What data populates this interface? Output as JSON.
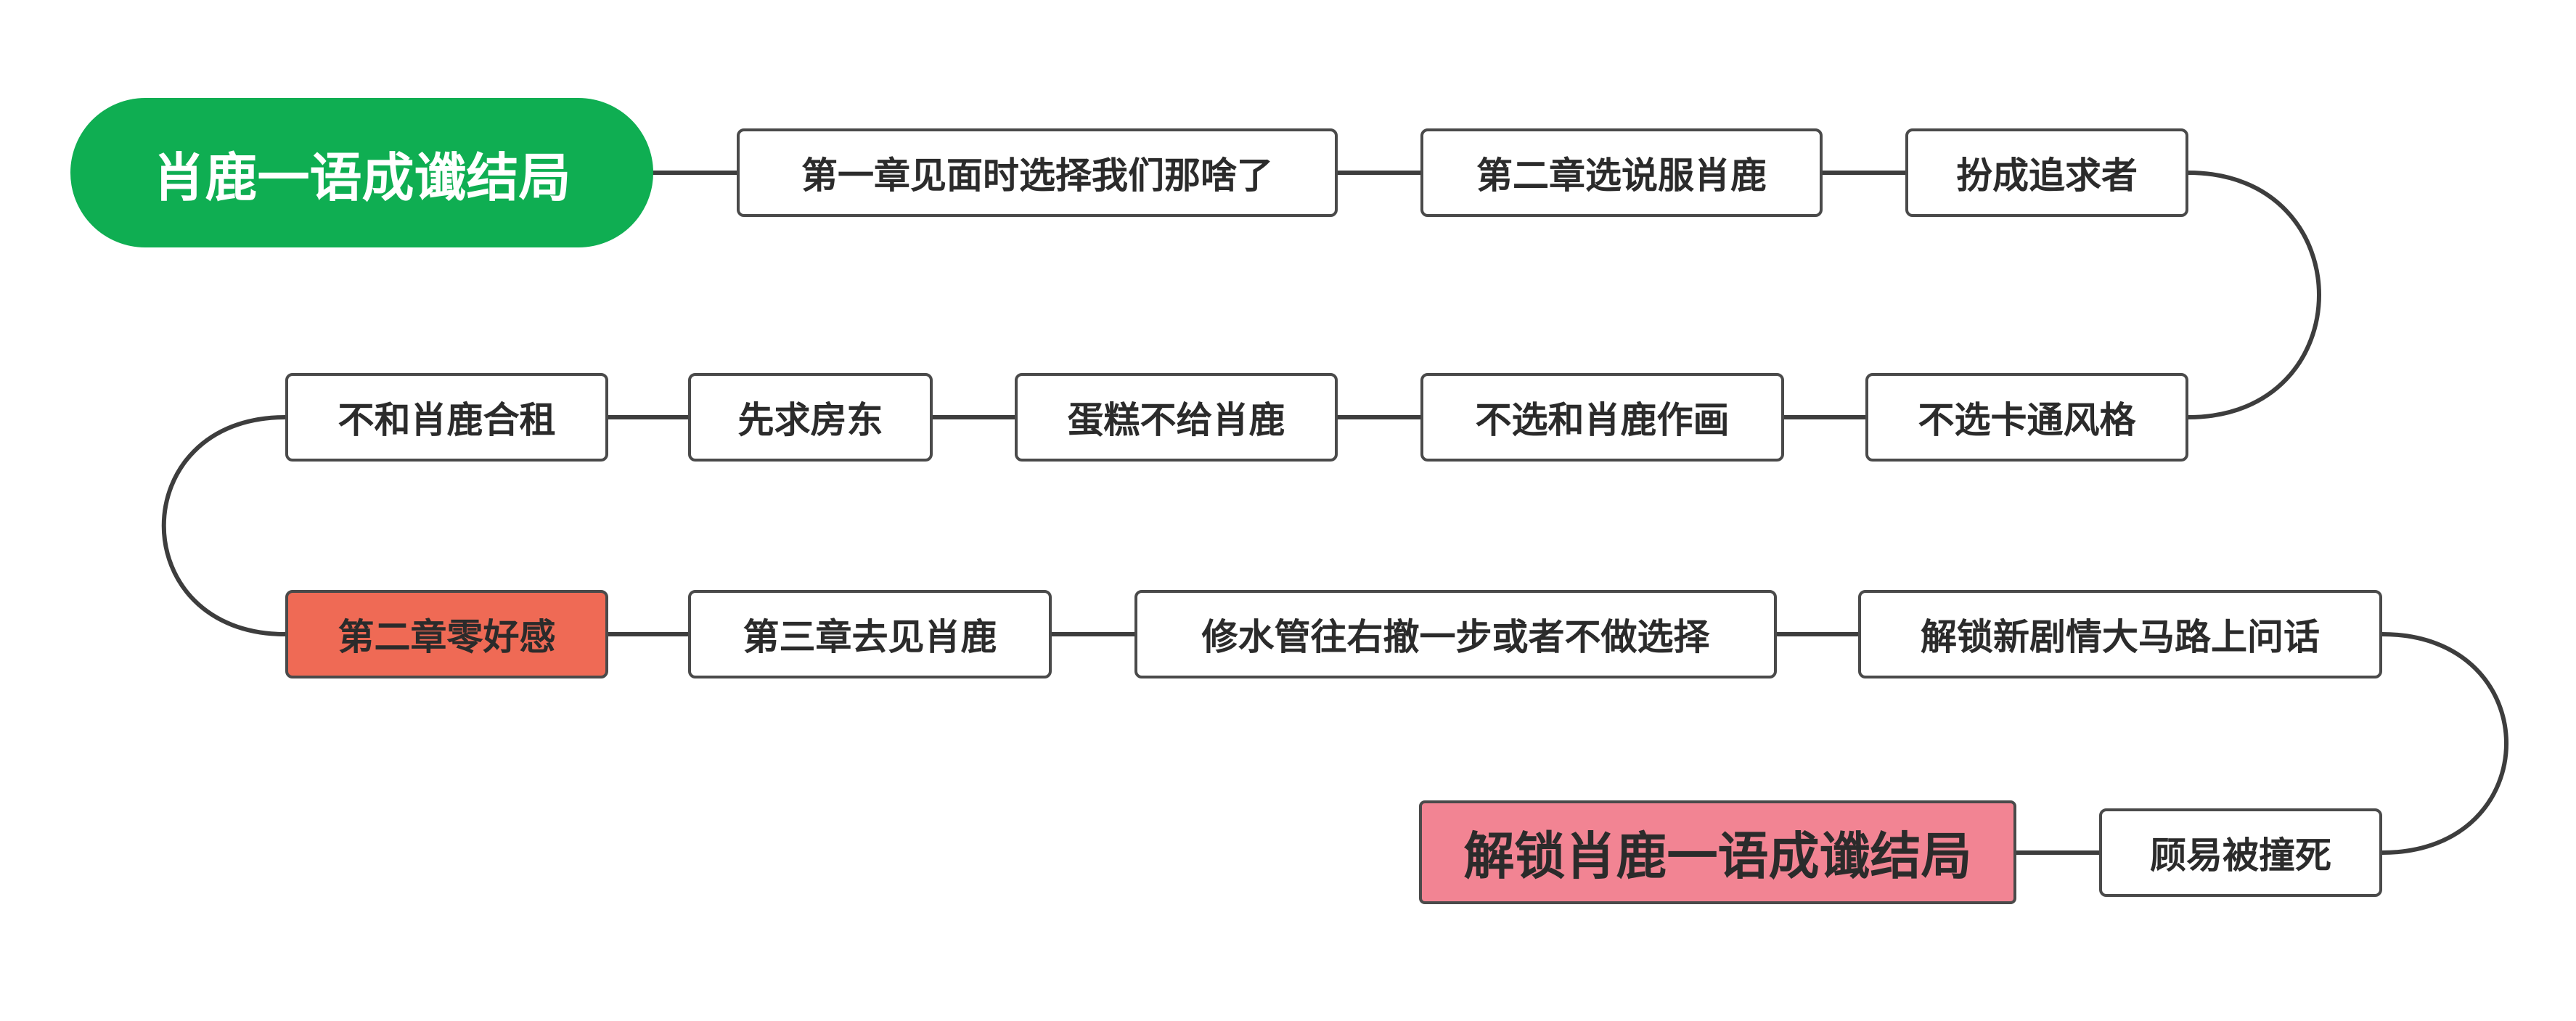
{
  "colors": {
    "root_fill": "#0fae52",
    "highlight_red": "#ef6a55",
    "highlight_pink": "#f28493",
    "node_border": "#4a4a4a",
    "connector": "#3d3d3d"
  },
  "diagram": {
    "title": "肖鹿一语成谶结局",
    "nodes": [
      {
        "id": "n1",
        "label": "第一章见面时选择我们那啥了"
      },
      {
        "id": "n2",
        "label": "第二章选说服肖鹿"
      },
      {
        "id": "n3",
        "label": "扮成追求者"
      },
      {
        "id": "n4",
        "label": "不选卡通风格"
      },
      {
        "id": "n5",
        "label": "不选和肖鹿作画"
      },
      {
        "id": "n6",
        "label": "蛋糕不给肖鹿"
      },
      {
        "id": "n7",
        "label": "先求房东"
      },
      {
        "id": "n8",
        "label": "不和肖鹿合租"
      },
      {
        "id": "n9",
        "label": "第二章零好感"
      },
      {
        "id": "n10",
        "label": "第三章去见肖鹿"
      },
      {
        "id": "n11",
        "label": "修水管往右撤一步或者不做选择"
      },
      {
        "id": "n12",
        "label": "解锁新剧情大马路上问话"
      },
      {
        "id": "n13",
        "label": "顾易被撞死"
      },
      {
        "id": "n14",
        "label": "解锁肖鹿一语成谶结局"
      }
    ]
  }
}
